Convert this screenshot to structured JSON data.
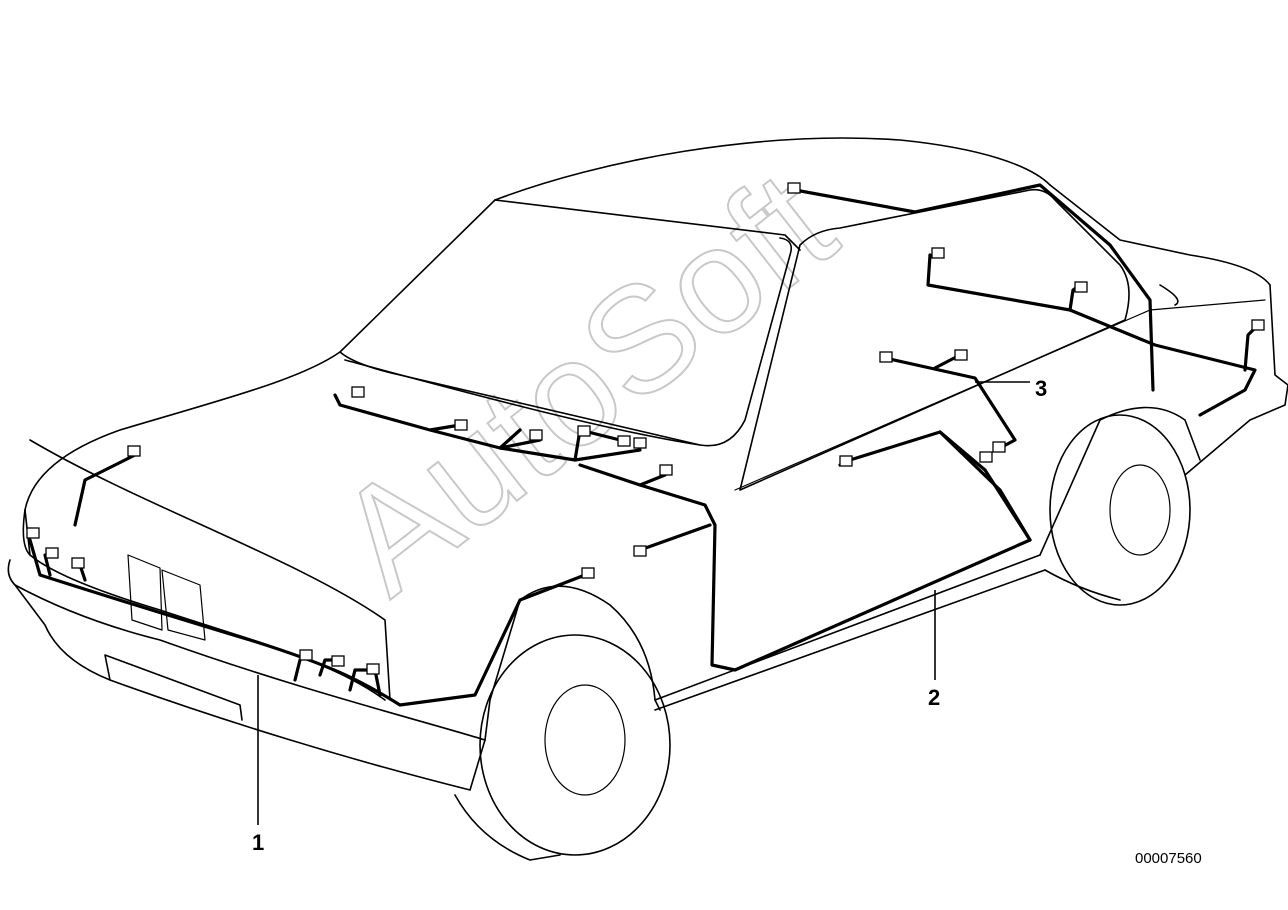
{
  "callouts": [
    {
      "label": "1"
    },
    {
      "label": "2"
    },
    {
      "label": "3"
    }
  ],
  "reference_number": "00007560",
  "watermark": "AutoSoft"
}
